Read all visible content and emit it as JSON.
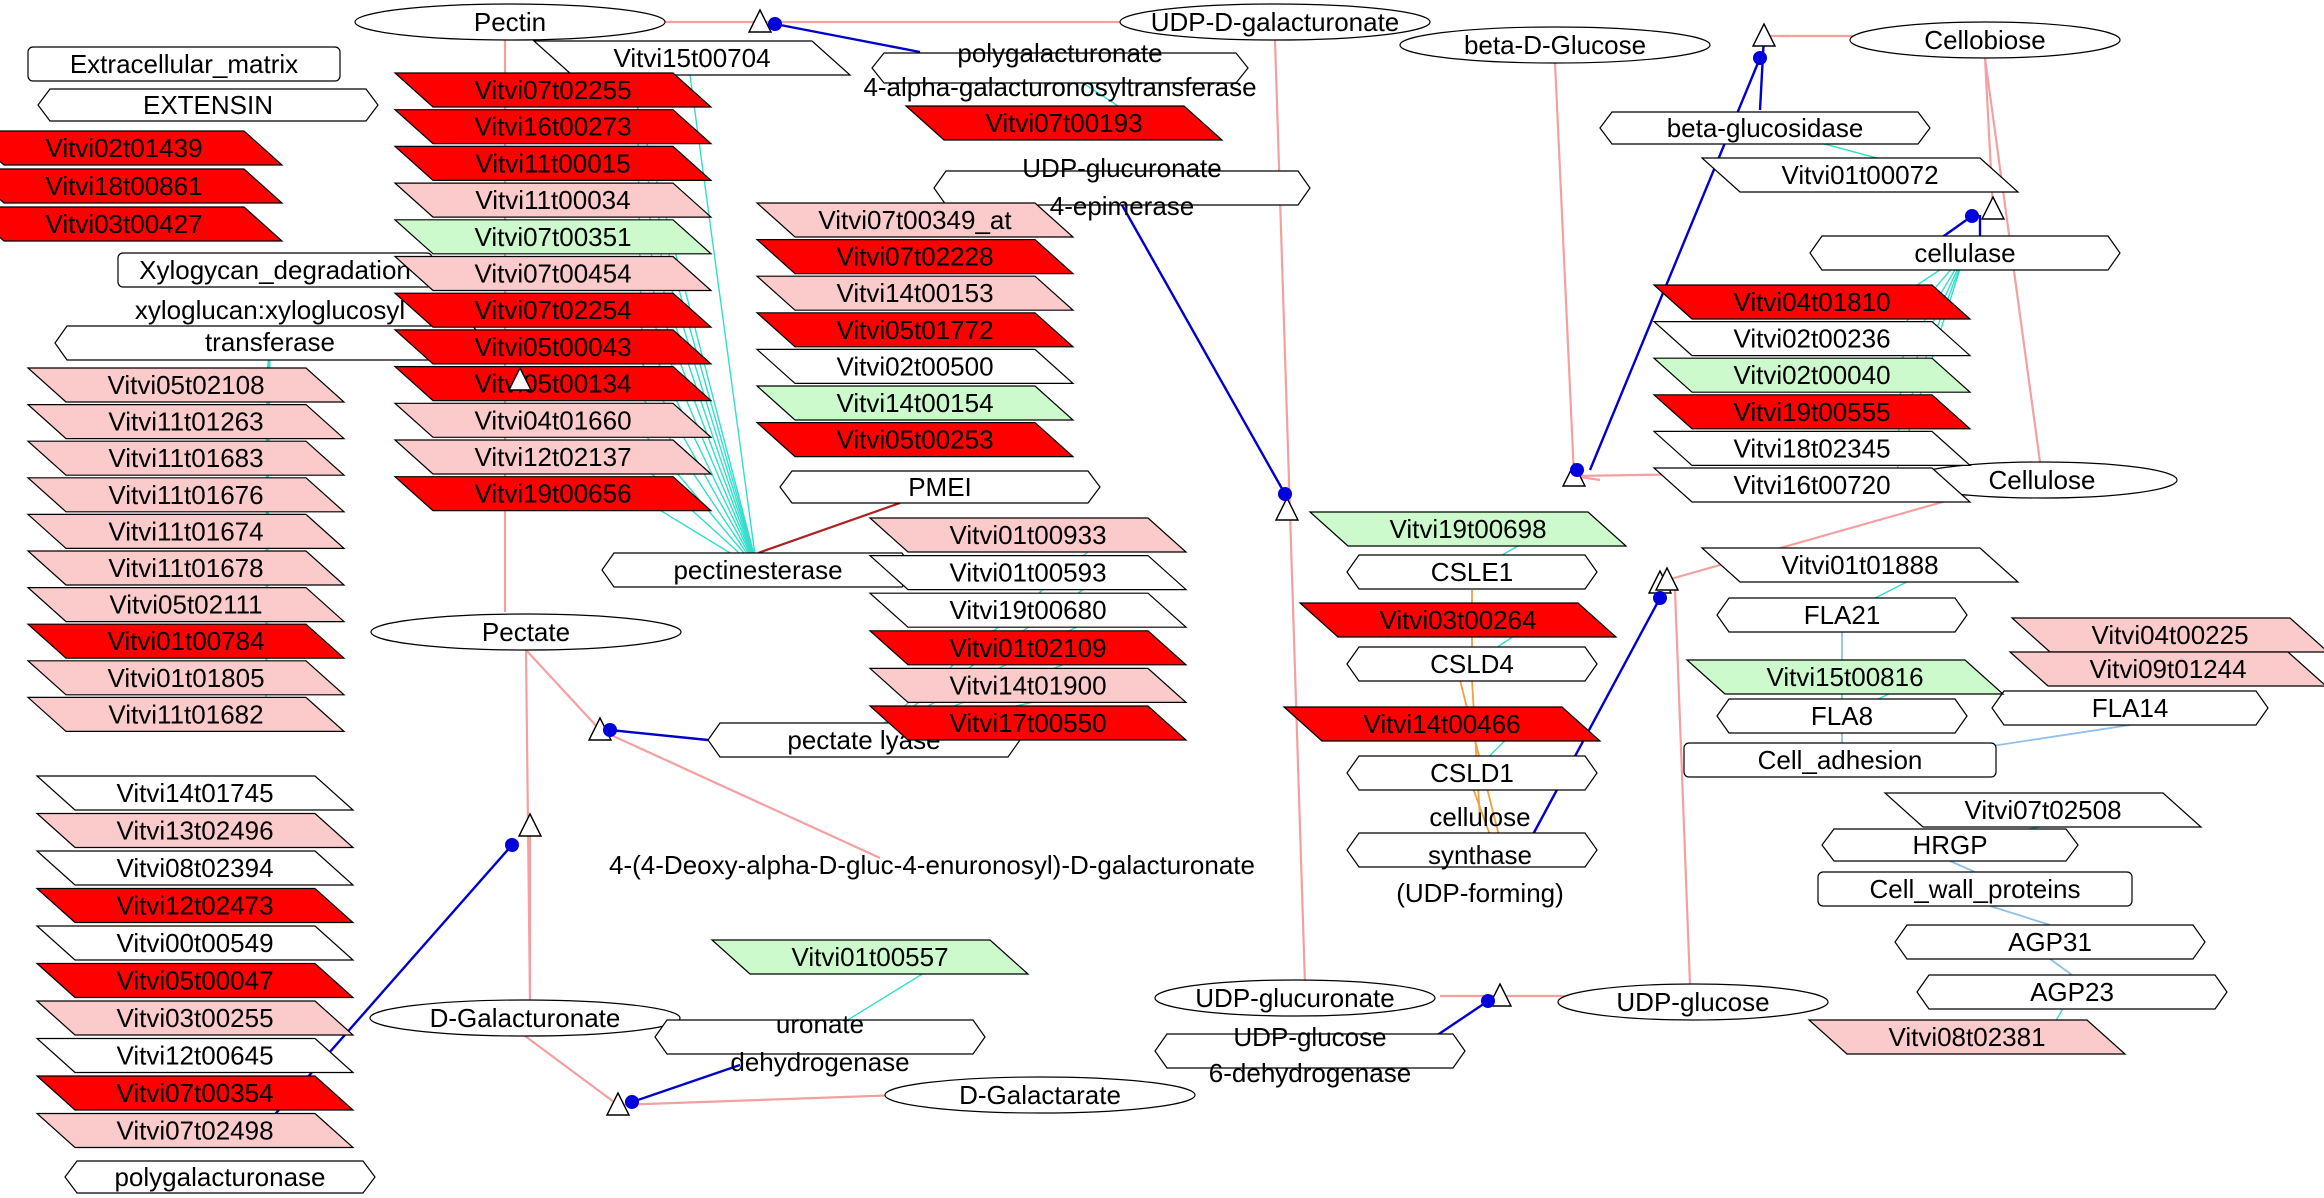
{
  "colors": {
    "up_strong": "#ff0000",
    "up_weak": "#fbcaca",
    "down": "#ccfacc",
    "none": "#ffffff",
    "enzyme": "#ffffff",
    "metabolite": "#ffffff",
    "category": "#ffffff",
    "edge_reaction": "#f4a0a0",
    "edge_catalysis": "#0000cc",
    "edge_gene": "#33ddcc"
  },
  "nodes": [
    {
      "id": "pectin",
      "label": "Pectin",
      "kind": "metabolite"
    },
    {
      "id": "udp_galacturonate",
      "label": "UDP-D-galacturonate",
      "kind": "metabolite"
    },
    {
      "id": "beta_glucose",
      "label": "beta-D-Glucose",
      "kind": "metabolite"
    },
    {
      "id": "cellobiose",
      "label": "Cellobiose",
      "kind": "metabolite"
    },
    {
      "id": "cellulose",
      "label": "Cellulose",
      "kind": "metabolite"
    },
    {
      "id": "pectate",
      "label": "Pectate",
      "kind": "metabolite"
    },
    {
      "id": "deoxy_galacturonate",
      "label": "4-(4-Deoxy-alpha-D-gluc-4-enuronosyl)-D-galacturonate",
      "kind": "text"
    },
    {
      "id": "d_galacturonate",
      "label": "D-Galacturonate",
      "kind": "metabolite"
    },
    {
      "id": "d_galactarate",
      "label": "D-Galactarate",
      "kind": "metabolite"
    },
    {
      "id": "udp_glucuronate",
      "label": "UDP-glucuronate",
      "kind": "metabolite"
    },
    {
      "id": "udp_glucose",
      "label": "UDP-glucose",
      "kind": "metabolite"
    },
    {
      "id": "extracellular_matrix",
      "label": "Extracellular_matrix",
      "kind": "category"
    },
    {
      "id": "xyloglucan_degradation",
      "label": "Xylogycan_degradation",
      "kind": "category"
    },
    {
      "id": "cell_adhesion",
      "label": "Cell_adhesion",
      "kind": "category"
    },
    {
      "id": "cell_wall_proteins",
      "label": "Cell_wall_proteins",
      "kind": "category"
    },
    {
      "id": "extensin",
      "label": "EXTENSIN",
      "kind": "enzyme"
    },
    {
      "id": "xet",
      "label": "xyloglucan:xyloglucosyl\ntransferase",
      "kind": "enzyme"
    },
    {
      "id": "pgat",
      "label": "polygalacturonate\n4-alpha-galacturonosyltransferase",
      "kind": "enzyme"
    },
    {
      "id": "udp_glucuronate_epimerase",
      "label": "UDP-glucuronate\n4-epimerase",
      "kind": "enzyme"
    },
    {
      "id": "beta_glucosidase",
      "label": "beta-glucosidase",
      "kind": "enzyme"
    },
    {
      "id": "cellulase",
      "label": "cellulase",
      "kind": "enzyme"
    },
    {
      "id": "pmei",
      "label": "PMEI",
      "kind": "enzyme"
    },
    {
      "id": "pectinesterase",
      "label": "pectinesterase",
      "kind": "enzyme"
    },
    {
      "id": "pectate_lyase",
      "label": "pectate lyase",
      "kind": "enzyme"
    },
    {
      "id": "csle1",
      "label": "CSLE1",
      "kind": "enzyme"
    },
    {
      "id": "csld4",
      "label": "CSLD4",
      "kind": "enzyme"
    },
    {
      "id": "csld1",
      "label": "CSLD1",
      "kind": "enzyme"
    },
    {
      "id": "cellulose_synthase",
      "label": "cellulose\nsynthase\n(UDP-forming)",
      "kind": "enzyme"
    },
    {
      "id": "fla21",
      "label": "FLA21",
      "kind": "enzyme"
    },
    {
      "id": "fla8",
      "label": "FLA8",
      "kind": "enzyme"
    },
    {
      "id": "fla14",
      "label": "FLA14",
      "kind": "enzyme"
    },
    {
      "id": "hrgp",
      "label": "HRGP",
      "kind": "enzyme"
    },
    {
      "id": "agp31",
      "label": "AGP31",
      "kind": "enzyme"
    },
    {
      "id": "agp23",
      "label": "AGP23",
      "kind": "enzyme"
    },
    {
      "id": "uronate_dh",
      "label": "uronate\ndehydrogenase",
      "kind": "enzyme"
    },
    {
      "id": "udp_glucose_dh",
      "label": "UDP-glucose\n6-dehydrogenase",
      "kind": "enzyme"
    },
    {
      "id": "polygalacturonase",
      "label": "polygalacturonase",
      "kind": "enzyme"
    },
    {
      "id": "g_02t01439",
      "label": "Vitvi02t01439",
      "kind": "gene",
      "level": "up_strong"
    },
    {
      "id": "g_18t00861",
      "label": "Vitvi18t00861",
      "kind": "gene",
      "level": "up_strong"
    },
    {
      "id": "g_03t00427",
      "label": "Vitvi03t00427",
      "kind": "gene",
      "level": "up_strong"
    },
    {
      "id": "g_05t02108",
      "label": "Vitvi05t02108",
      "kind": "gene",
      "level": "up_weak"
    },
    {
      "id": "g_11t01263",
      "label": "Vitvi11t01263",
      "kind": "gene",
      "level": "up_weak"
    },
    {
      "id": "g_11t01683",
      "label": "Vitvi11t01683",
      "kind": "gene",
      "level": "up_weak"
    },
    {
      "id": "g_11t01676",
      "label": "Vitvi11t01676",
      "kind": "gene",
      "level": "up_weak"
    },
    {
      "id": "g_11t01674",
      "label": "Vitvi11t01674",
      "kind": "gene",
      "level": "up_weak"
    },
    {
      "id": "g_11t01678",
      "label": "Vitvi11t01678",
      "kind": "gene",
      "level": "up_weak"
    },
    {
      "id": "g_05t02111",
      "label": "Vitvi05t02111",
      "kind": "gene",
      "level": "up_weak"
    },
    {
      "id": "g_01t00784",
      "label": "Vitvi01t00784",
      "kind": "gene",
      "level": "up_strong"
    },
    {
      "id": "g_01t01805",
      "label": "Vitvi01t01805",
      "kind": "gene",
      "level": "up_weak"
    },
    {
      "id": "g_11t01682",
      "label": "Vitvi11t01682",
      "kind": "gene",
      "level": "up_weak"
    },
    {
      "id": "g_14t01745",
      "label": "Vitvi14t01745",
      "kind": "gene",
      "level": "none"
    },
    {
      "id": "g_13t02496",
      "label": "Vitvi13t02496",
      "kind": "gene",
      "level": "up_weak"
    },
    {
      "id": "g_08t02394",
      "label": "Vitvi08t02394",
      "kind": "gene",
      "level": "none"
    },
    {
      "id": "g_12t02473",
      "label": "Vitvi12t02473",
      "kind": "gene",
      "level": "up_strong"
    },
    {
      "id": "g_00t00549",
      "label": "Vitvi00t00549",
      "kind": "gene",
      "level": "none"
    },
    {
      "id": "g_05t00047",
      "label": "Vitvi05t00047",
      "kind": "gene",
      "level": "up_strong"
    },
    {
      "id": "g_03t00255",
      "label": "Vitvi03t00255",
      "kind": "gene",
      "level": "up_weak"
    },
    {
      "id": "g_12t00645",
      "label": "Vitvi12t00645",
      "kind": "gene",
      "level": "none"
    },
    {
      "id": "g_07t00354",
      "label": "Vitvi07t00354",
      "kind": "gene",
      "level": "up_strong"
    },
    {
      "id": "g_07t02498",
      "label": "Vitvi07t02498",
      "kind": "gene",
      "level": "up_weak"
    },
    {
      "id": "g_15t00704",
      "label": "Vitvi15t00704",
      "kind": "gene",
      "level": "none"
    },
    {
      "id": "g_07t02255",
      "label": "Vitvi07t02255",
      "kind": "gene",
      "level": "up_strong"
    },
    {
      "id": "g_16t00273",
      "label": "Vitvi16t00273",
      "kind": "gene",
      "level": "up_strong"
    },
    {
      "id": "g_11t00015",
      "label": "Vitvi11t00015",
      "kind": "gene",
      "level": "up_strong"
    },
    {
      "id": "g_11t00034",
      "label": "Vitvi11t00034",
      "kind": "gene",
      "level": "up_weak"
    },
    {
      "id": "g_07t00351",
      "label": "Vitvi07t00351",
      "kind": "gene",
      "level": "down"
    },
    {
      "id": "g_07t00454",
      "label": "Vitvi07t00454",
      "kind": "gene",
      "level": "up_weak"
    },
    {
      "id": "g_07t02254",
      "label": "Vitvi07t02254",
      "kind": "gene",
      "level": "up_strong"
    },
    {
      "id": "g_05t00043",
      "label": "Vitvi05t00043",
      "kind": "gene",
      "level": "up_strong"
    },
    {
      "id": "g_05t00134",
      "label": "Vitvi05t00134",
      "kind": "gene",
      "level": "up_strong"
    },
    {
      "id": "g_04t01660",
      "label": "Vitvi04t01660",
      "kind": "gene",
      "level": "up_weak"
    },
    {
      "id": "g_12t02137",
      "label": "Vitvi12t02137",
      "kind": "gene",
      "level": "up_weak"
    },
    {
      "id": "g_19t00656",
      "label": "Vitvi19t00656",
      "kind": "gene",
      "level": "up_strong"
    },
    {
      "id": "g_07t00193",
      "label": "Vitvi07t00193",
      "kind": "gene",
      "level": "up_strong"
    },
    {
      "id": "g_07t00349",
      "label": "Vitvi07t00349_at",
      "kind": "gene",
      "level": "up_weak"
    },
    {
      "id": "g_07t02228",
      "label": "Vitvi07t02228",
      "kind": "gene",
      "level": "up_strong"
    },
    {
      "id": "g_14t00153",
      "label": "Vitvi14t00153",
      "kind": "gene",
      "level": "up_weak"
    },
    {
      "id": "g_05t01772",
      "label": "Vitvi05t01772",
      "kind": "gene",
      "level": "up_strong"
    },
    {
      "id": "g_02t00500",
      "label": "Vitvi02t00500",
      "kind": "gene",
      "level": "none"
    },
    {
      "id": "g_14t00154",
      "label": "Vitvi14t00154",
      "kind": "gene",
      "level": "down"
    },
    {
      "id": "g_05t00253",
      "label": "Vitvi05t00253",
      "kind": "gene",
      "level": "up_strong"
    },
    {
      "id": "g_01t00933",
      "label": "Vitvi01t00933",
      "kind": "gene",
      "level": "up_weak"
    },
    {
      "id": "g_01t00593",
      "label": "Vitvi01t00593",
      "kind": "gene",
      "level": "none"
    },
    {
      "id": "g_19t00680",
      "label": "Vitvi19t00680",
      "kind": "gene",
      "level": "none"
    },
    {
      "id": "g_01t02109",
      "label": "Vitvi01t02109",
      "kind": "gene",
      "level": "up_strong"
    },
    {
      "id": "g_14t01900",
      "label": "Vitvi14t01900",
      "kind": "gene",
      "level": "up_weak"
    },
    {
      "id": "g_17t00550",
      "label": "Vitvi17t00550",
      "kind": "gene",
      "level": "up_strong"
    },
    {
      "id": "g_01t00557",
      "label": "Vitvi01t00557",
      "kind": "gene",
      "level": "down"
    },
    {
      "id": "g_01t00072",
      "label": "Vitvi01t00072",
      "kind": "gene",
      "level": "none"
    },
    {
      "id": "g_04t01810",
      "label": "Vitvi04t01810",
      "kind": "gene",
      "level": "up_strong"
    },
    {
      "id": "g_02t00236",
      "label": "Vitvi02t00236",
      "kind": "gene",
      "level": "none"
    },
    {
      "id": "g_02t00040",
      "label": "Vitvi02t00040",
      "kind": "gene",
      "level": "down"
    },
    {
      "id": "g_19t00555",
      "label": "Vitvi19t00555",
      "kind": "gene",
      "level": "up_strong"
    },
    {
      "id": "g_18t02345",
      "label": "Vitvi18t02345",
      "kind": "gene",
      "level": "none"
    },
    {
      "id": "g_16t00720",
      "label": "Vitvi16t00720",
      "kind": "gene",
      "level": "none"
    },
    {
      "id": "g_19t00698",
      "label": "Vitvi19t00698",
      "kind": "gene",
      "level": "down"
    },
    {
      "id": "g_03t00264",
      "label": "Vitvi03t00264",
      "kind": "gene",
      "level": "up_strong"
    },
    {
      "id": "g_14t00466",
      "label": "Vitvi14t00466",
      "kind": "gene",
      "level": "up_strong"
    },
    {
      "id": "g_01t01888",
      "label": "Vitvi01t01888",
      "kind": "gene",
      "level": "none"
    },
    {
      "id": "g_15t00816",
      "label": "Vitvi15t00816",
      "kind": "gene",
      "level": "down"
    },
    {
      "id": "g_04t00225",
      "label": "Vitvi04t00225",
      "kind": "gene",
      "level": "up_weak"
    },
    {
      "id": "g_09t01244",
      "label": "Vitvi09t01244",
      "kind": "gene",
      "level": "up_weak"
    },
    {
      "id": "g_07t02508",
      "label": "Vitvi07t02508",
      "kind": "gene",
      "level": "none"
    },
    {
      "id": "g_08t02381",
      "label": "Vitvi08t02381",
      "kind": "gene",
      "level": "up_weak"
    }
  ]
}
